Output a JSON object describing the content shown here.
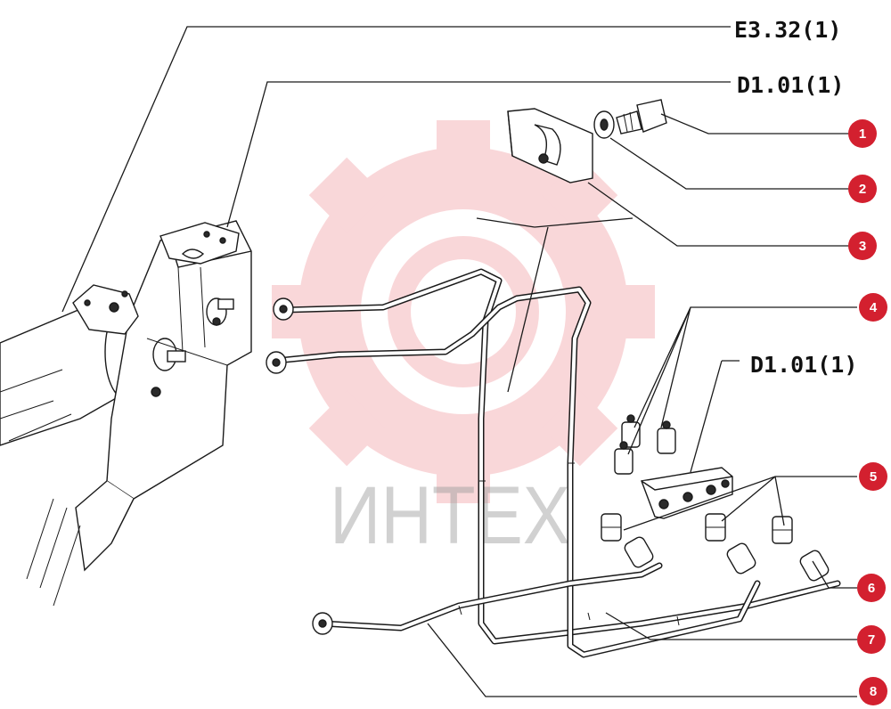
{
  "reference_labels": {
    "top": "E3.32(1)",
    "upper": "D1.01(1)",
    "block": "D1.01(1)"
  },
  "callouts": [
    {
      "number": "1"
    },
    {
      "number": "2"
    },
    {
      "number": "3"
    },
    {
      "number": "4"
    },
    {
      "number": "5"
    },
    {
      "number": "6"
    },
    {
      "number": "7"
    },
    {
      "number": "8"
    }
  ],
  "watermark": {
    "text": "ИНТЕХ",
    "gear_color": "#e63b46",
    "text_color": "#9a9a9a"
  },
  "callout_color": "#d3202f"
}
